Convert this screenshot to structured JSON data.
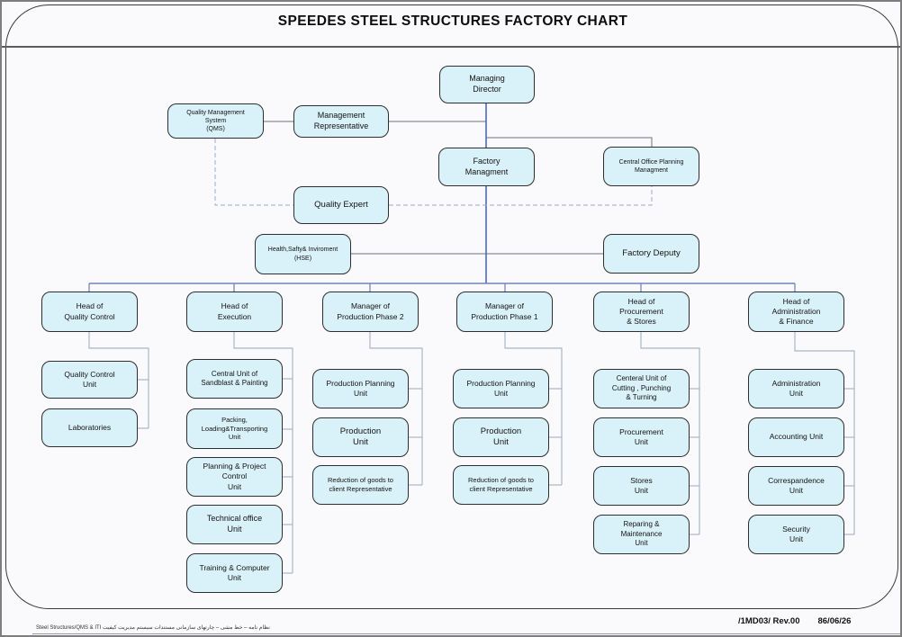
{
  "title": "SPEEDES STEEL STRUCTURES FACTORY CHART",
  "footer": {
    "left": "Steel Structures/QMS & ITI نظام نامه – خط مشی – چارتهای سازمانی مستندات سیستم مدیریت کیفیت",
    "code": "/1MD03/  Rev.00",
    "date": "86/06/26"
  },
  "colors": {
    "box_fill": "#d9f1f8",
    "box_border": "#2e2e2e",
    "stem_blue": "#4a69c6",
    "bus_blue": "#7286bb",
    "spine_gray": "#a9b4ca",
    "line_gray": "#6f6f78",
    "dashed_blue": "#97abd0"
  },
  "nodes": {
    "managing_director": "Managing\nDirector",
    "qms": "Quality Management\nSystem\n(QMS)",
    "management_representative": "Management\nRepresentative",
    "factory_management": "Factory\nManagment",
    "central_office_planning": "Central Office Planning\nManagment",
    "quality_expert": "Quality Expert",
    "hse": "Health,Safty& Inviroment\n(HSE)",
    "factory_deputy": "Factory Deputy",
    "head_quality_control": "Head of\nQuality Control",
    "head_execution": "Head of\nExecution",
    "manager_production_phase2": "Manager of\nProduction Phase 2",
    "manager_production_phase1": "Manager of\nProduction Phase 1",
    "head_procurement_stores": "Head of\nProcurement\n& Stores",
    "head_administration_finance": "Head of\nAdministration\n& Finance",
    "quality_control_unit": "Quality Control\nUnit",
    "laboratories": "Laboratories",
    "central_unit_sandblast_painting": "Central Unit of\nSandblast & Painting",
    "packing_loading_transporting_unit": "Packing,\nLoading&Transporting\nUnit",
    "planning_project_control_unit": "Planning & Project\nControl\nUnit",
    "technical_office_unit": "Technical office\nUnit",
    "training_computer_unit": "Training & Computer\nUnit",
    "production_planning_unit_p2": "Production Planning\nUnit",
    "production_unit_p2": "Production\nUnit",
    "reduction_goods_client_rep_p2": "Reduction of goods to\nclient Representative",
    "production_planning_unit_p1": "Production Planning\nUnit",
    "production_unit_p1": "Production\nUnit",
    "reduction_goods_client_rep_p1": "Reduction of goods to\nclient Representative",
    "central_unit_cutting_punching_turning": "Centeral Unit of\nCutting , Punching\n& Turning",
    "procurement_unit": "Procurement\nUnit",
    "stores_unit": "Stores\nUnit",
    "repairing_maintenance_unit": "Reparing &\nMaintenance\nUnit",
    "administration_unit": "Administration\nUnit",
    "accounting_unit": "Accounting Unit",
    "correspondence_unit": "Correspandence\nUnit",
    "security_unit": "Security\nUnit"
  }
}
